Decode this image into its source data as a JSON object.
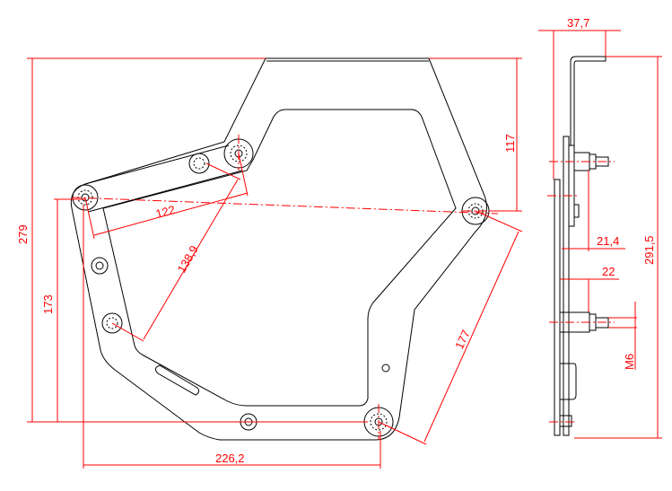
{
  "drawing": {
    "front_view": {
      "dimensions": {
        "overall_height": "279",
        "top_to_pivot": "117",
        "lower_height": "173",
        "link_length": "122",
        "diagonal": "138,9",
        "right_arm": "177",
        "bottom_width": "226,2"
      }
    },
    "side_view": {
      "dimensions": {
        "top_offset": "37,7",
        "total_height": "291,5",
        "stud_offset_1": "21,4",
        "stud_offset_2": "22",
        "thread": "M6"
      }
    }
  },
  "colors": {
    "outline": "#000000",
    "dimension": "#ff0000"
  }
}
